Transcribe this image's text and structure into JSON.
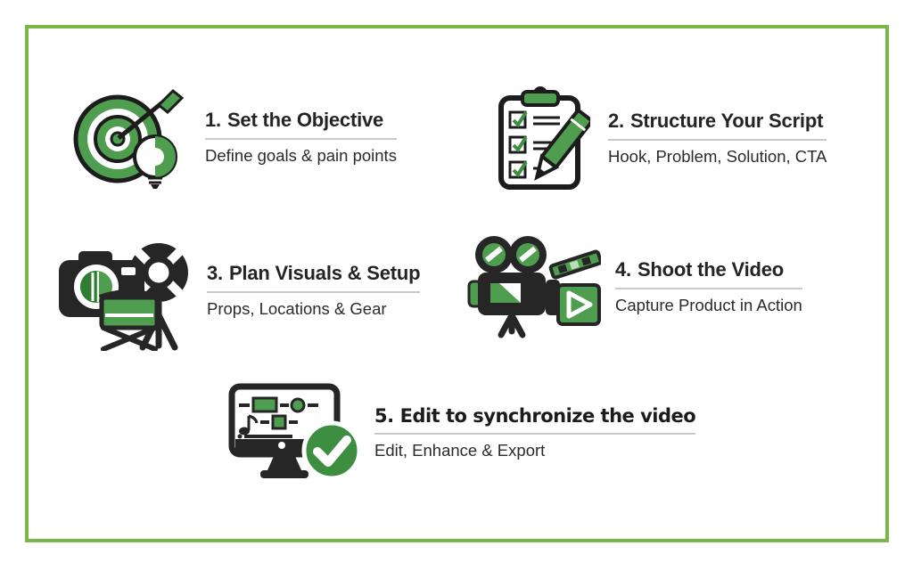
{
  "page": {
    "type": "infographic",
    "topic": "video production process"
  },
  "colors": {
    "frame_green": "#7ab648",
    "icon_green": "#4f9d4f",
    "check_green": "#3e8e41",
    "ink": "#242424",
    "underline_gray": "#c9c9c9",
    "background": "#ffffff"
  },
  "steps": [
    {
      "number": "1.",
      "title": "Set the Objective",
      "subtitle": "Define goals & pain points",
      "icon": "target-lightbulb-icon"
    },
    {
      "number": "2.",
      "title": "Structure Your Script",
      "subtitle": "Hook, Problem, Solution, CTA",
      "icon": "clipboard-checklist-pencil-icon"
    },
    {
      "number": "3.",
      "title": "Plan Visuals & Setup",
      "subtitle": "Props, Locations & Gear",
      "icon": "camera-studio-light-chair-icon"
    },
    {
      "number": "4.",
      "title": "Shoot the Video",
      "subtitle": "Capture Product in Action",
      "icon": "movie-camera-clapperboard-icon"
    },
    {
      "number": "5.",
      "title": "Edit to synchronize the video",
      "subtitle": "Edit, Enhance & Export",
      "icon": "monitor-editing-checkmark-icon"
    }
  ]
}
